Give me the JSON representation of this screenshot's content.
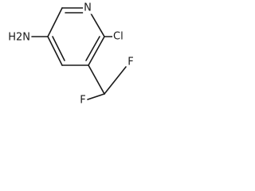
{
  "molecule": {
    "atoms": {
      "n_ring": "N",
      "cl": "Cl",
      "nh2": "H2N",
      "f_upper": "F",
      "f_lower": "F"
    },
    "colors": {
      "ink": "#1a1a1a",
      "background": "#ffffff"
    }
  }
}
